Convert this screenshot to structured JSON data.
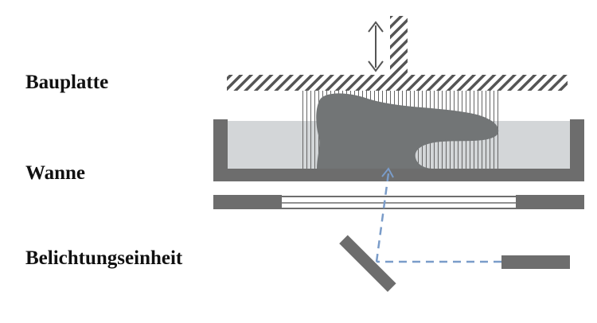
{
  "labels": {
    "build_plate": "Bauplatte",
    "vat": "Wanne",
    "exposure_unit": "Belichtungseinheit"
  },
  "colors": {
    "component_gray": "#6d6d6d",
    "resin_fill": "#d3d6d8",
    "part_gray": "#727576",
    "laser_blue": "#7a9cc9",
    "hatch": "#555555",
    "arrow": "#555555"
  }
}
